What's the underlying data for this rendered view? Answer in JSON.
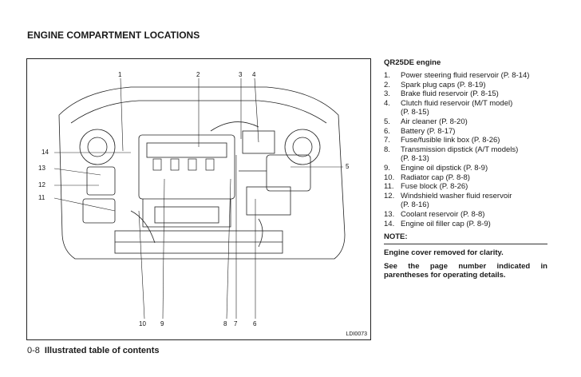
{
  "page": {
    "title": "ENGINE COMPARTMENT LOCATIONS",
    "page_number": "0-8",
    "section_name": "Illustrated table of contents"
  },
  "figure": {
    "code": "LDI0073",
    "callouts": [
      "1",
      "2",
      "3",
      "4",
      "5",
      "6",
      "7",
      "8",
      "9",
      "10",
      "11",
      "12",
      "13",
      "14"
    ]
  },
  "engine": {
    "heading": "QR25DE engine",
    "items": [
      {
        "num": "1.",
        "text": "Power steering fluid reservoir (P. 8-14)"
      },
      {
        "num": "2.",
        "text": "Spark plug caps (P. 8-19)"
      },
      {
        "num": "3.",
        "text": "Brake fluid reservoir (P. 8-15)"
      },
      {
        "num": "4.",
        "text": "Clutch fluid reservoir (M/T model)"
      },
      {
        "num": "",
        "text": "(P. 8-15)"
      },
      {
        "num": "5.",
        "text": "Air cleaner (P. 8-20)"
      },
      {
        "num": "6.",
        "text": "Battery (P. 8-17)"
      },
      {
        "num": "7.",
        "text": "Fuse/fusible link box (P. 8-26)"
      },
      {
        "num": "8.",
        "text": "Transmission dipstick (A/T models)"
      },
      {
        "num": "",
        "text": "(P. 8-13)"
      },
      {
        "num": "9.",
        "text": "Engine oil dipstick (P. 8-9)"
      },
      {
        "num": "10.",
        "text": "Radiator cap (P. 8-8)"
      },
      {
        "num": "11.",
        "text": "Fuse block (P. 8-26)"
      },
      {
        "num": "12.",
        "text": "Windshield washer fluid reservoir"
      },
      {
        "num": "",
        "text": "(P. 8-16)"
      },
      {
        "num": "13.",
        "text": "Coolant reservoir (P. 8-8)"
      },
      {
        "num": "14.",
        "text": "Engine oil filler cap (P. 8-9)"
      }
    ]
  },
  "note": {
    "title": "NOTE:",
    "line1": "Engine cover removed for clarity.",
    "line2": "See the page number indicated in parentheses for operating details."
  }
}
